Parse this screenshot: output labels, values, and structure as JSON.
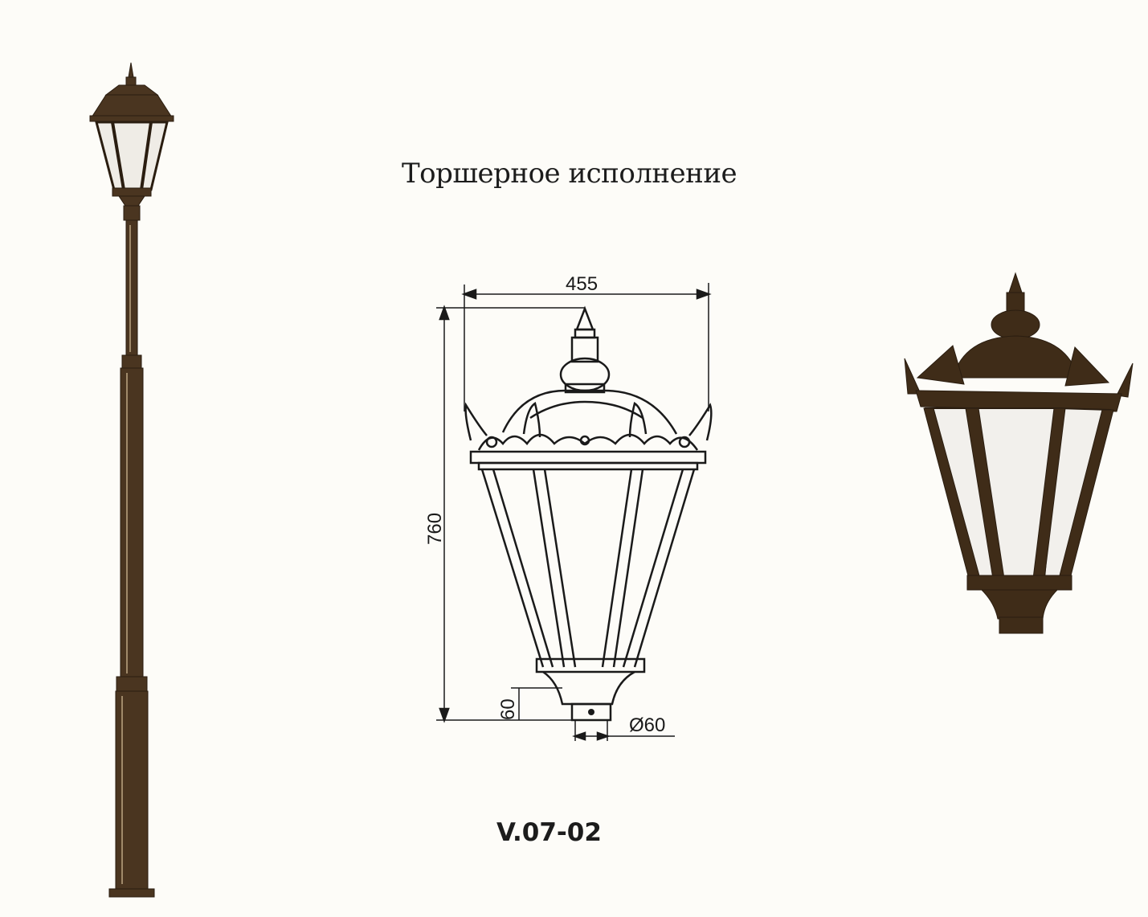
{
  "title": "Торшерное исполнение",
  "model": "V.07-02",
  "dimensions": {
    "width": "455",
    "height": "760",
    "base_height": "60",
    "diameter": "Ø60"
  },
  "colors": {
    "ink": "#1a1a1a",
    "bronze": "#3a2a18",
    "glass": "#f4f2ee",
    "paper": "#fdfcf8"
  }
}
